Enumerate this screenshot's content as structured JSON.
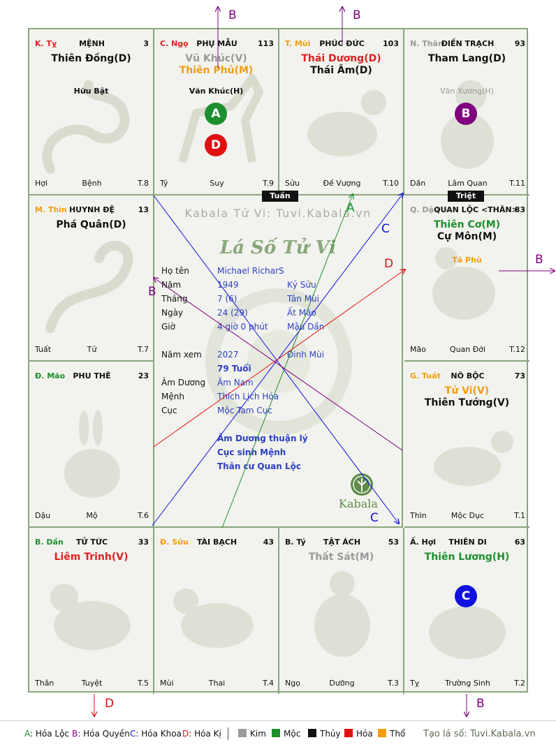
{
  "watermark": "Kabala Tử Vi: Tuvi.Kabala.vn",
  "logo_text": "Lá Số Tử Vi",
  "brand": "Kabala",
  "labels": {
    "tuan": "Tuần",
    "triet": "Triệt"
  },
  "palaces": [
    {
      "id": "ty-top",
      "can": "K. Tỵ",
      "can_color": "#e02020",
      "name": "MỆNH",
      "num": "3",
      "stars": [
        {
          "t": "Thiên Đồng(D)",
          "c": "#111111"
        }
      ],
      "minor": [
        {
          "t": "Hữu Bật",
          "c": "#111111"
        }
      ],
      "bottom": [
        "Hợi",
        "Bệnh",
        "T.8"
      ]
    },
    {
      "id": "ngo",
      "can": "C. Ngọ",
      "can_color": "#e02020",
      "name": "PHỤ MẪU",
      "num": "113",
      "stars": [
        {
          "t": "Vũ Khúc(V)",
          "c": "#9a9a9a"
        },
        {
          "t": "Thiên Phủ(M)",
          "c": "#f39c12"
        }
      ],
      "minor": [
        {
          "t": "Văn Khúc(H)",
          "c": "#111111"
        }
      ],
      "bottom": [
        "Tý",
        "Suy",
        "T.9"
      ]
    },
    {
      "id": "mui-top",
      "can": "T. Mùi",
      "can_color": "#f39c12",
      "name": "PHÚC ĐỨC",
      "num": "103",
      "stars": [
        {
          "t": "Thái Dương(D)",
          "c": "#e02020"
        },
        {
          "t": "Thái Âm(D)",
          "c": "#111111"
        }
      ],
      "minor": [],
      "bottom": [
        "Sửu",
        "Đế Vượng",
        "T.10"
      ]
    },
    {
      "id": "than-top",
      "can": "N. Thân",
      "can_color": "#9a9a9a",
      "name": "ĐIỀN TRẠCH",
      "num": "93",
      "stars": [
        {
          "t": "Tham Lang(D)",
          "c": "#111111"
        }
      ],
      "minor": [
        {
          "t": "Văn Xương(H)",
          "c": "#9a9a9a"
        }
      ],
      "bottom": [
        "Dần",
        "Lâm Quan",
        "T.11"
      ]
    },
    {
      "id": "thin",
      "can": "M. Thìn",
      "can_color": "#f39c12",
      "name": "HUYNH ĐỆ",
      "num": "13",
      "stars": [
        {
          "t": "Phá Quân(D)",
          "c": "#111111"
        }
      ],
      "minor": [],
      "bottom": [
        "Tuất",
        "Tử",
        "T.7"
      ]
    },
    {
      "id": "dau",
      "can": "Q. Dậu",
      "can_color": "#9a9a9a",
      "name": "QUAN LỘC <THÂN>",
      "num": "83",
      "stars": [
        {
          "t": "Thiên Cơ(M)",
          "c": "#1e8f2e"
        },
        {
          "t": "Cự Môn(M)",
          "c": "#111111"
        }
      ],
      "minor": [
        {
          "t": "Tả Phù",
          "c": "#f39c12"
        }
      ],
      "bottom": [
        "Mão",
        "Quan Đới",
        "T.12"
      ]
    },
    {
      "id": "mao",
      "can": "Đ. Mão",
      "can_color": "#1e8f2e",
      "name": "PHU THÊ",
      "num": "23",
      "stars": [],
      "minor": [],
      "bottom": [
        "Dậu",
        "Mộ",
        "T.6"
      ]
    },
    {
      "id": "tuat",
      "can": "G. Tuất",
      "can_color": "#f39c12",
      "name": "NÔ BỘC",
      "num": "73",
      "stars": [
        {
          "t": "Tử Vi(V)",
          "c": "#f39c12"
        },
        {
          "t": "Thiên Tướng(V)",
          "c": "#111111"
        }
      ],
      "minor": [],
      "bottom": [
        "Thìn",
        "Mộc Dục",
        "T.1"
      ]
    },
    {
      "id": "dan",
      "can": "B. Dần",
      "can_color": "#1e8f2e",
      "name": "TỬ TỨC",
      "num": "33",
      "stars": [
        {
          "t": "Liêm Trinh(V)",
          "c": "#e02020"
        }
      ],
      "minor": [],
      "bottom": [
        "Thân",
        "Tuyệt",
        "T.5"
      ]
    },
    {
      "id": "suu",
      "can": "Đ. Sửu",
      "can_color": "#f39c12",
      "name": "TÀI BẠCH",
      "num": "43",
      "stars": [],
      "minor": [],
      "bottom": [
        "Mùi",
        "Thai",
        "T.4"
      ]
    },
    {
      "id": "ty-bottom",
      "can": "B. Tý",
      "can_color": "#111111",
      "name": "TẬT ÁCH",
      "num": "53",
      "stars": [
        {
          "t": "Thất Sát(M)",
          "c": "#9a9a9a"
        }
      ],
      "minor": [],
      "bottom": [
        "Ngọ",
        "Dưỡng",
        "T.3"
      ]
    },
    {
      "id": "hoi",
      "can": "Ấ. Hợi",
      "can_color": "#111111",
      "name": "THIÊN DI",
      "num": "63",
      "stars": [
        {
          "t": "Thiên Lương(H)",
          "c": "#1e8f2e"
        }
      ],
      "minor": [],
      "bottom": [
        "Tỵ",
        "Trường Sinh",
        "T.2"
      ]
    }
  ],
  "markers": {
    "A": {
      "label": "A",
      "color": "#1e8f2e"
    },
    "B": {
      "label": "B",
      "color": "#800080"
    },
    "C": {
      "label": "C",
      "color": "#1010e0"
    },
    "D": {
      "label": "D",
      "color": "#e01010"
    }
  },
  "info": {
    "ho_ten": {
      "label": "Họ tên",
      "value": "Michael RicharS",
      "extra": ""
    },
    "nam": {
      "label": "Năm",
      "value": "1949",
      "extra": "Kỷ Sửu"
    },
    "thang": {
      "label": "Tháng",
      "value": "7  (6)",
      "extra": "Tân Mùi"
    },
    "ngay": {
      "label": "Ngày",
      "value": "24  (29)",
      "extra": "Ất Mão"
    },
    "gio": {
      "label": "Giờ",
      "value": "4 giờ 0 phút",
      "extra": "Mậu Dần"
    },
    "nam_xem": {
      "label": "Năm xem",
      "value": "2027",
      "extra": "Đinh Mùi"
    },
    "tuoi": "79 Tuổi",
    "am_duong": {
      "label": "Âm Dương",
      "value": "Âm Nam"
    },
    "menh": {
      "label": "Mệnh",
      "value": "Thích Lịch Hỏa"
    },
    "cuc": {
      "label": "Cục",
      "value": "Mộc Tam Cục"
    },
    "notes": [
      "Âm Dương thuận lý",
      "Cục sinh Mệnh",
      "Thân cư Quan Lộc"
    ]
  },
  "legend": {
    "hoa": [
      {
        "key": "A",
        "text": ": Hóa Lộc",
        "color": "#1e8f2e"
      },
      {
        "key": "B",
        "text": ": Hóa Quyền",
        "color": "#800080"
      },
      {
        "key": "C",
        "text": ": Hóa Khoa",
        "color": "#1010e0"
      },
      {
        "key": "D",
        "text": ": Hóa Kị",
        "color": "#e01010"
      }
    ],
    "elements": [
      {
        "name": "Kim",
        "color": "#9a9a9a"
      },
      {
        "name": "Mộc",
        "color": "#1e8f2e"
      },
      {
        "name": "Thủy",
        "color": "#111111"
      },
      {
        "name": "Hỏa",
        "color": "#e01010"
      },
      {
        "name": "Thổ",
        "color": "#f39c12"
      }
    ],
    "footer": "Tạo lá số: Tuvi.Kabala.vn"
  }
}
